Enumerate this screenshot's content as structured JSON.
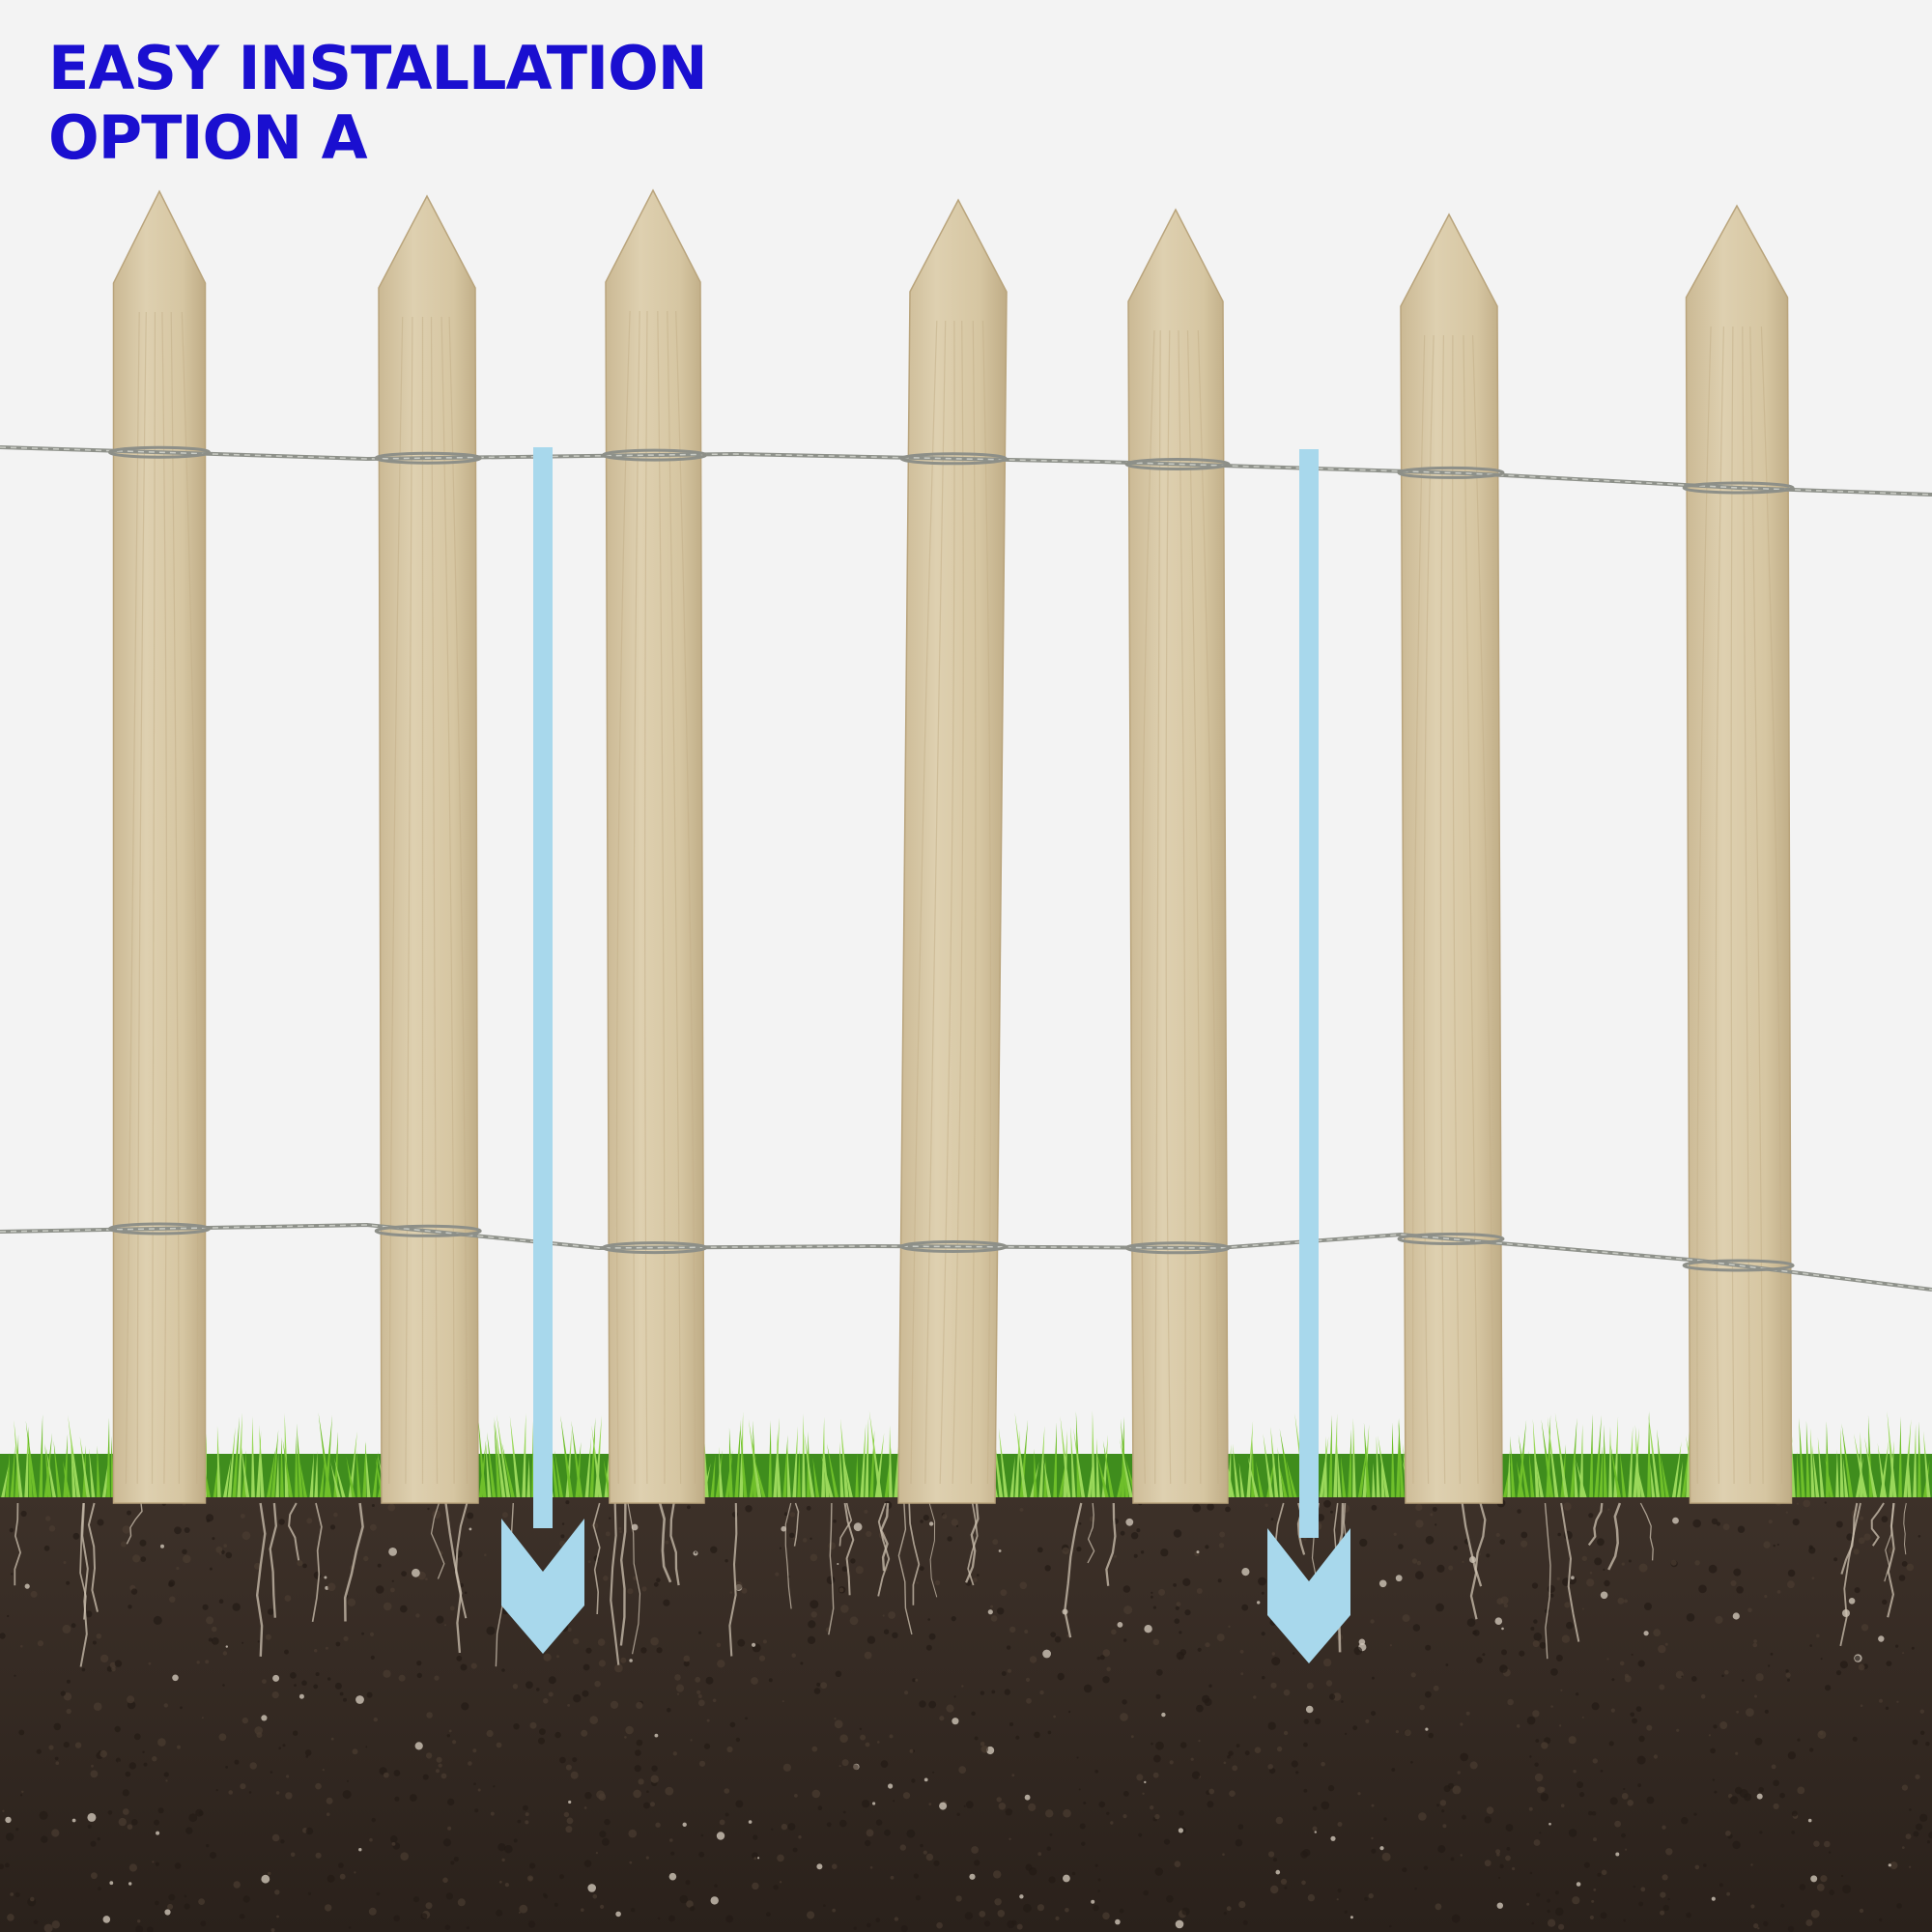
{
  "heading": {
    "line1": "EASY INSTALLATION",
    "line2": "OPTION A"
  },
  "colors": {
    "title": "#1a0fd0",
    "background": "#f3f3f3",
    "wood": "#d8c7a2",
    "wood_dark": "#b9a47c",
    "wire": "#8e918a",
    "grass": "#6fbf2a",
    "grass_dark": "#3f8d1d",
    "soil": "#3a2e26",
    "soil_dark": "#241b15",
    "arrow": "#a8d8ec"
  },
  "scene": {
    "picket_count": 7,
    "wire_strands": 2,
    "arrow_count": 2,
    "arrow_direction": "down"
  }
}
